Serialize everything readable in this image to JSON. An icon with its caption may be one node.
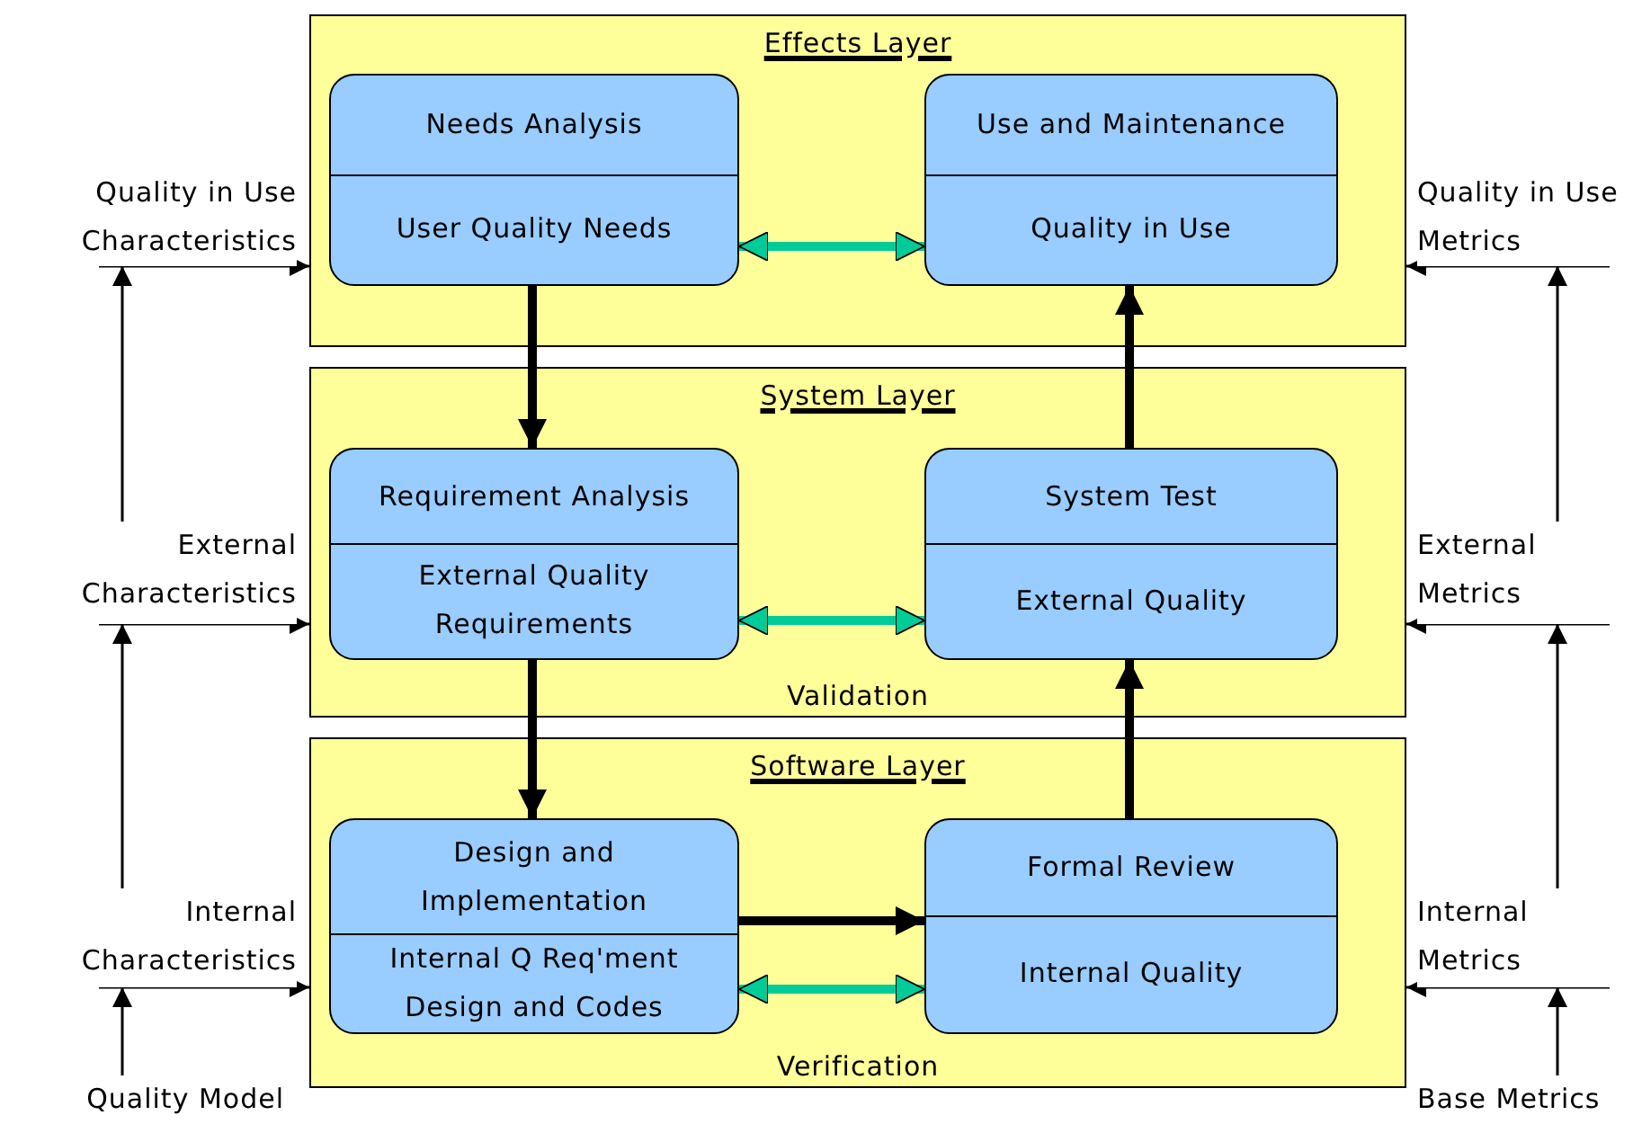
{
  "diagram": {
    "nodes": [
      {
        "text": [
          "Effects Layer"
        ]
      },
      {
        "text": [
          "Needs Analysis",
          "User Quality Needs"
        ],
        "in": 0
      },
      {
        "text": [
          "Use and Maintenance",
          "Quality in Use"
        ],
        "in": 0
      },
      {
        "text": [
          "System Layer",
          "Validation"
        ]
      },
      {
        "text": [
          "Requirement Analysis",
          "External Quality Requirements"
        ],
        "in": 3
      },
      {
        "text": [
          "System Test",
          "External Quality"
        ],
        "in": 3
      },
      {
        "text": [
          "Software Layer",
          "Verification"
        ]
      },
      {
        "text": [
          "Design and Implementation",
          "Internal Q Req'ment Design and Codes"
        ],
        "in": 6
      },
      {
        "text": [
          "Formal Review",
          "Internal Quality"
        ],
        "in": 6
      },
      {
        "text": [
          "Quality in Use Characteristics"
        ]
      },
      {
        "text": [
          "External Characteristics"
        ]
      },
      {
        "text": [
          "Internal Characteristics"
        ]
      },
      {
        "text": [
          "Quality Model"
        ]
      },
      {
        "text": [
          "Quality in Use Metrics"
        ]
      },
      {
        "text": [
          "External Metrics"
        ]
      },
      {
        "text": [
          "Internal Metrics"
        ]
      },
      {
        "text": [
          "Base Metrics"
        ]
      }
    ],
    "edges": [
      {
        "from": 1,
        "to": 2,
        "arrow": "both",
        "style": "thick",
        "color": "#00cc99"
      },
      {
        "from": 1,
        "to": 4,
        "arrow": "to",
        "style": "thick"
      },
      {
        "from": 4,
        "to": 5,
        "arrow": "both",
        "style": "thick",
        "color": "#00cc99"
      },
      {
        "from": 5,
        "to": 2,
        "arrow": "to",
        "style": "thick"
      },
      {
        "from": 4,
        "to": 7,
        "arrow": "to",
        "style": "thick"
      },
      {
        "from": 7,
        "to": 8,
        "arrow": "to",
        "style": "thick"
      },
      {
        "from": 7,
        "to": 8,
        "arrow": "both",
        "style": "thick",
        "color": "#00cc99"
      },
      {
        "from": 8,
        "to": 5,
        "arrow": "to",
        "style": "thick"
      },
      {
        "from": 9,
        "to": 0,
        "arrow": "to"
      },
      {
        "from": 10,
        "to": 3,
        "arrow": "to"
      },
      {
        "from": 11,
        "to": 6,
        "arrow": "to"
      },
      {
        "from": 12,
        "to": 11,
        "arrow": "to"
      },
      {
        "from": 11,
        "to": 10,
        "arrow": "to"
      },
      {
        "from": 10,
        "to": 9,
        "arrow": "to"
      },
      {
        "from": 13,
        "to": 0,
        "arrow": "to"
      },
      {
        "from": 14,
        "to": 3,
        "arrow": "to"
      },
      {
        "from": 15,
        "to": 6,
        "arrow": "to"
      },
      {
        "from": 16,
        "to": 15,
        "arrow": "to"
      },
      {
        "from": 15,
        "to": 14,
        "arrow": "to"
      },
      {
        "from": 14,
        "to": 13,
        "arrow": "to"
      }
    ]
  }
}
